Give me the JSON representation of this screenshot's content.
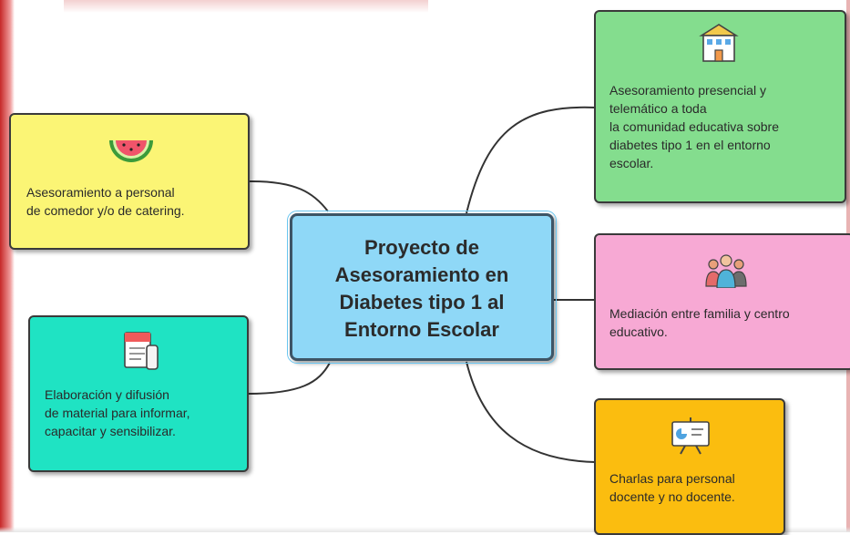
{
  "center": {
    "title": "Proyecto de\nAsesoramiento en\nDiabetes tipo 1 al\nEntorno Escolar",
    "color": "#8fd8f7"
  },
  "nodes": {
    "catering": {
      "text": "Asesoramiento a personal\nde comedor y/o de catering.",
      "icon": "watermelon-icon",
      "color": "#fbf575"
    },
    "material": {
      "text": "Elaboración y difusión\n de material para informar,\n capacitar y sensibilizar.",
      "icon": "document-icon",
      "color": "#1fe3c3"
    },
    "presencial": {
      "text": " Asesoramiento presencial y\ntelemático a toda\nla comunidad educativa sobre\ndiabetes tipo 1 en el entorno\nescolar.",
      "icon": "school-icon",
      "color": "#84dd8e"
    },
    "mediacion": {
      "text": "Mediación entre familia y centro\neducativo.",
      "icon": "family-icon",
      "color": "#f7a9d4"
    },
    "charlas": {
      "text": "Charlas para personal\ndocente y no docente.",
      "icon": "presentation-icon",
      "color": "#fbbd0f"
    }
  }
}
